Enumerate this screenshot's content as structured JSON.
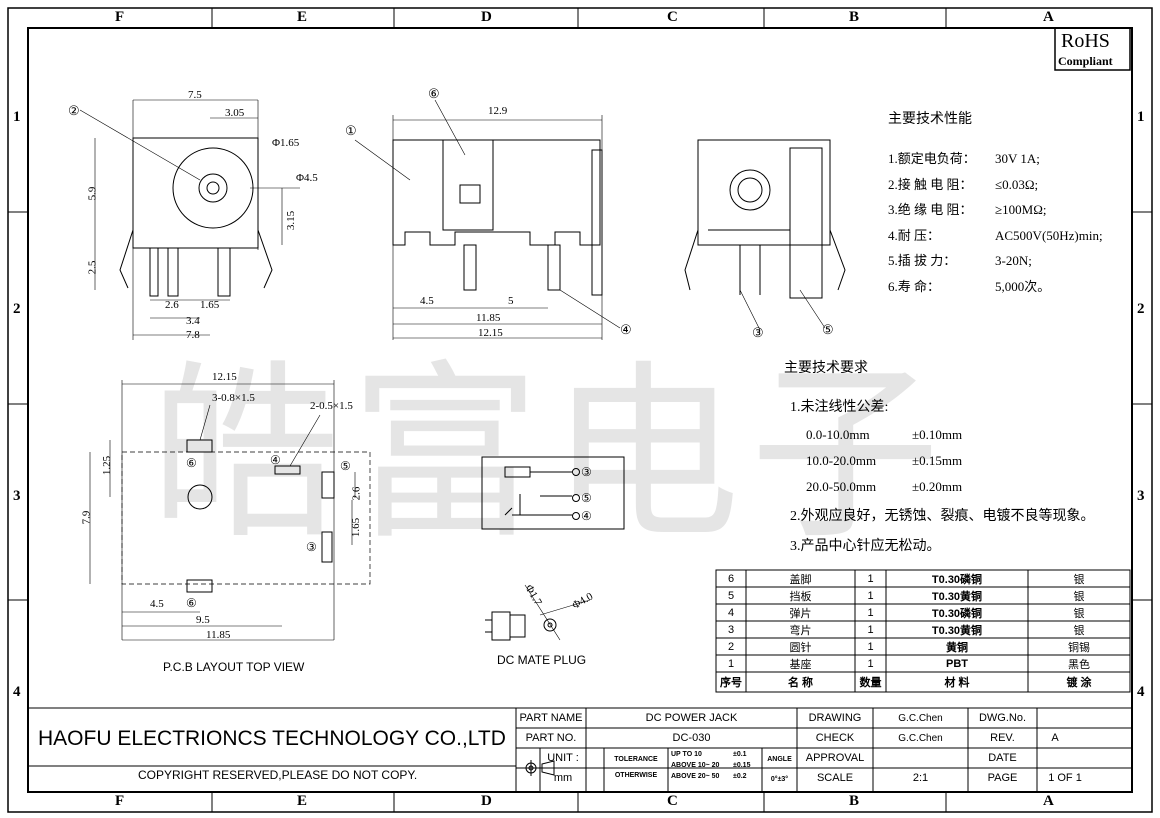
{
  "grid": {
    "columns": [
      "F",
      "E",
      "D",
      "C",
      "B",
      "A"
    ],
    "rows": [
      "1",
      "2",
      "3",
      "4"
    ]
  },
  "rohs": {
    "title": "RoHS",
    "subtitle": "Compliant"
  },
  "watermark": "皓富电子",
  "views": {
    "front": {
      "dims": [
        "7.5",
        "3.05",
        "Φ1.65",
        "Φ4.5",
        "5.9",
        "3.15",
        "2.5",
        "2.6",
        "1.65",
        "3.4",
        "7.8"
      ],
      "callout": "②"
    },
    "side": {
      "dims": [
        "12.9",
        "4.5",
        "5",
        "11.85",
        "12.15"
      ],
      "callouts": [
        "⑥",
        "①",
        "④"
      ]
    },
    "rear": {
      "callouts": [
        "③",
        "⑤"
      ]
    },
    "pcb": {
      "dims": [
        "12.15",
        "3-0.8×1.5",
        "2-0.5×1.5",
        "1.25",
        "7.9",
        "2.6",
        "1.65",
        "4.5",
        "9.5",
        "11.85"
      ],
      "callouts": [
        "⑥",
        "④",
        "⑤",
        "③",
        "⑥"
      ],
      "caption": "P.C.B LAYOUT  TOP VIEW"
    },
    "schematic": {
      "pins": [
        "③",
        "⑤",
        "④"
      ]
    },
    "plug": {
      "dims": [
        "Φ1.7",
        "Φ4.0"
      ],
      "caption": "DC MATE PLUG"
    }
  },
  "specs": {
    "title": "主要技术性能",
    "items": [
      {
        "label": "1.额定电负荷：",
        "value": "30V 1A;"
      },
      {
        "label": "2.接 触 电 阻：",
        "value": "≤0.03Ω;"
      },
      {
        "label": "3.绝 缘 电 阻：",
        "value": "≥100MΩ;"
      },
      {
        "label": "4.耐        压：",
        "value": "AC500V(50Hz)min;"
      },
      {
        "label": "5.插   拔   力：",
        "value": "3-20N;"
      },
      {
        "label": "6.寿        命：",
        "value": "5,000次。"
      }
    ]
  },
  "requirements": {
    "title": "主要技术要求",
    "item1": "1.未注线性公差:",
    "tolerances": [
      {
        "range": "0.0-10.0mm",
        "tol": "±0.10mm"
      },
      {
        "range": "10.0-20.0mm",
        "tol": "±0.15mm"
      },
      {
        "range": "20.0-50.0mm",
        "tol": "±0.20mm"
      }
    ],
    "item2": "2.外观应良好，无锈蚀、裂痕、电镀不良等现象。",
    "item3": "3.产品中心针应无松动。"
  },
  "bom": {
    "header": [
      "序号",
      "名  称",
      "数量",
      "材  料",
      "镀  涂"
    ],
    "rows": [
      [
        "6",
        "盖脚",
        "1",
        "T0.30磷铜",
        "银"
      ],
      [
        "5",
        "挡板",
        "1",
        "T0.30黄铜",
        "银"
      ],
      [
        "4",
        "弹片",
        "1",
        "T0.30磷铜",
        "银"
      ],
      [
        "3",
        "弯片",
        "1",
        "T0.30黄铜",
        "银"
      ],
      [
        "2",
        "圆针",
        "1",
        "黄铜",
        "铜锡"
      ],
      [
        "1",
        "基座",
        "1",
        "PBT",
        "黑色"
      ]
    ]
  },
  "titleblock": {
    "company": "HAOFU ELECTRIONCS TECHNOLOGY CO.,LTD",
    "copyright": "COPYRIGHT RESERVED,PLEASE DO NOT COPY.",
    "part_name_label": "PART NAME",
    "part_name": "DC POWER JACK",
    "part_no_label": "PART NO.",
    "part_no": "DC-030",
    "unit_label": "UNIT :",
    "unit": "mm",
    "tolerance_label": "TOLERANCE",
    "otherwise": "OTHERWISE",
    "tol_rows": [
      {
        "r": "UP TO 10",
        "v": "±0.1"
      },
      {
        "r": "ABOVE 10~  20",
        "v": "±0.15"
      },
      {
        "r": "ABOVE 20~  50",
        "v": "±0.2"
      }
    ],
    "angle_label": "ANGLE",
    "angle": "0°±3°",
    "drawing_label": "DRAWING",
    "drawing": "G.C.Chen",
    "check_label": "CHECK",
    "check": "G.C.Chen",
    "approval_label": "APPROVAL",
    "scale_label": "SCALE",
    "scale": "2:1",
    "dwg_label": "DWG.No.",
    "rev_label": "REV.",
    "rev": "A",
    "date_label": "DATE",
    "page_label": "PAGE",
    "page": "1 OF 1"
  }
}
